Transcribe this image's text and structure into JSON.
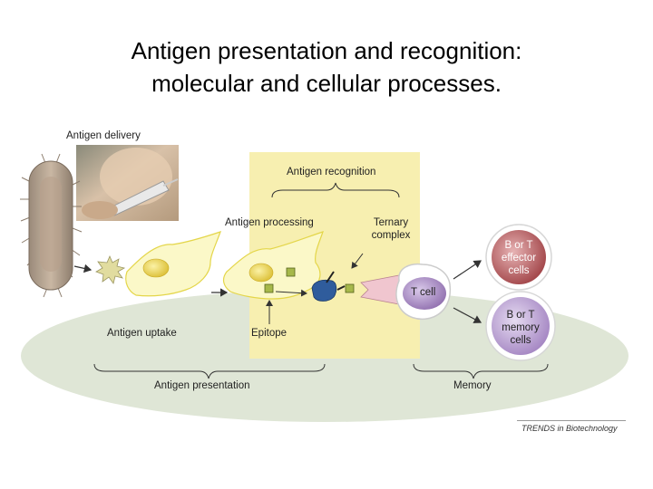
{
  "title": {
    "line1": "Antigen presentation and recognition:",
    "line2": "molecular and cellular processes."
  },
  "labels": {
    "antigen_delivery": "Antigen delivery",
    "antigen_recognition": "Antigen recognition",
    "antigen_processing": "Antigen processing",
    "ternary_complex_1": "Ternary",
    "ternary_complex_2": "complex",
    "antigen_uptake": "Antigen uptake",
    "epitope": "Epitope",
    "t_cell": "T cell",
    "effector_1": "B or T",
    "effector_2": "effector",
    "effector_3": "cells",
    "memory_cells_1": "B or T",
    "memory_cells_2": "memory",
    "memory_cells_3": "cells",
    "antigen_presentation": "Antigen presentation",
    "memory": "Memory"
  },
  "credit": "TRENDS in Biotechnology",
  "colors": {
    "recognition_box": "#f7efb0",
    "ground_ellipse": "#dfe6d6",
    "apc_fill": "#fbf8c8",
    "apc_stroke": "#e4d64a",
    "nucleus": "#ecd45a",
    "t_cell": "#a58ac0",
    "effector_cell": "#b3585a",
    "memory_cell": "#b295c9"
  }
}
